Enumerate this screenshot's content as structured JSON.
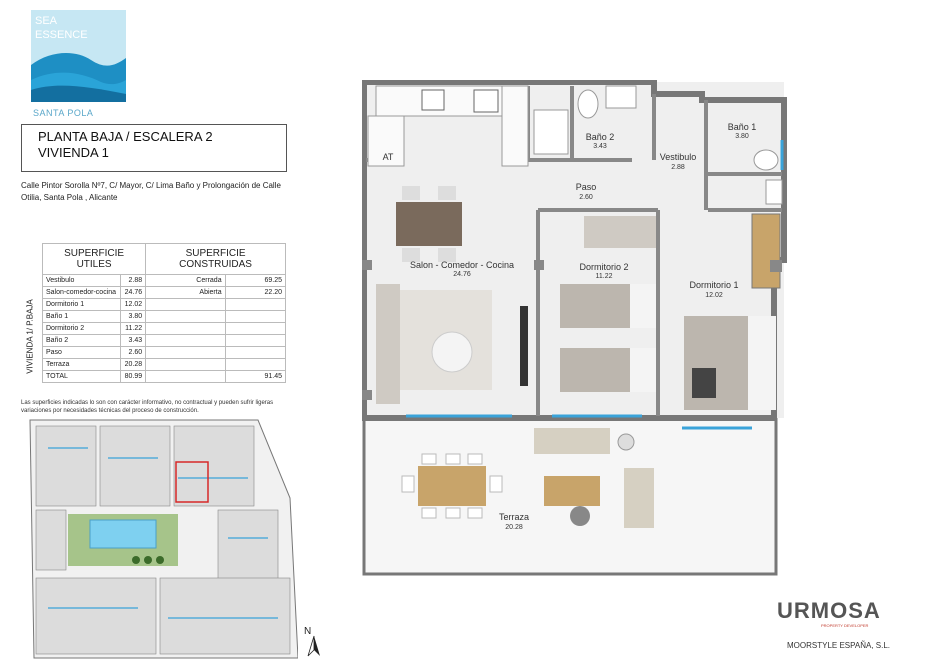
{
  "logo": {
    "line1": "SEA",
    "line2": "ESSENCE",
    "caption": "SANTA POLA"
  },
  "title": {
    "line1": "PLANTA BAJA / ESCALERA 2",
    "line2": "VIVIENDA 1"
  },
  "address": "Calle Pintor Sorolla Nº7, C/ Mayor, C/ Lima Baño y Prolongación de Calle Otilia, Santa Pola , Alicante",
  "table": {
    "useful_header": "SUPERFICIE UTILES",
    "built_header": "SUPERFICIE CONSTRUIDAS",
    "vertical_label": "VIVIENDA 1/ P.BAJA",
    "rows": [
      {
        "room": "Vestibulo",
        "area": "2.88",
        "built_label": "Cerrada",
        "built_value": "69.25"
      },
      {
        "room": "Salon-comedor-cocina",
        "area": "24.76",
        "built_label": "Abierta",
        "built_value": "22.20"
      },
      {
        "room": "Dormitorio 1",
        "area": "12.02",
        "built_label": "",
        "built_value": ""
      },
      {
        "room": "Baño 1",
        "area": "3.80",
        "built_label": "",
        "built_value": ""
      },
      {
        "room": "Dormitorio 2",
        "area": "11.22",
        "built_label": "",
        "built_value": ""
      },
      {
        "room": "Baño 2",
        "area": "3.43",
        "built_label": "",
        "built_value": ""
      },
      {
        "room": "Paso",
        "area": "2.60",
        "built_label": "",
        "built_value": ""
      },
      {
        "room": "Terraza",
        "area": "20.28",
        "built_label": "",
        "built_value": ""
      }
    ],
    "total_label": "TOTAL",
    "total_useful": "80.99",
    "total_built": "91.45"
  },
  "disclaimer": "Las superficies indicadas lo son con carácter informativo, no contractual y pueden sufrir ligeras variaciones por necesidades técnicas del proceso de construcción.",
  "north": "N",
  "floorplan": {
    "rooms": [
      {
        "name": "Baño 2",
        "area": "3.43"
      },
      {
        "name": "Vestibulo",
        "area": "2.88"
      },
      {
        "name": "Baño 1",
        "area": "3.80"
      },
      {
        "name": "Paso",
        "area": "2.60"
      },
      {
        "name": "Salon - Comedor - Cocina",
        "area": "24.76"
      },
      {
        "name": "Dormitorio 2",
        "area": "11.22"
      },
      {
        "name": "Dormitorio 1",
        "area": "12.02"
      },
      {
        "name": "Terraza",
        "area": "20.28"
      }
    ],
    "at_label": "AT"
  },
  "brand": {
    "name": "URMOSA",
    "tagline": "PROPERTY DEVELOPER",
    "company": "MOORSTYLE ESPAÑA, S.L."
  },
  "colors": {
    "logo_sky": "#bfe3f0",
    "logo_wave": "#1e8fc4",
    "wall": "#7a7a7a",
    "floor": "#eeeeee",
    "terrace": "#f5f5f5",
    "window": "#3aa3d9",
    "wood": "#c8a46a",
    "pool": "#7ed0f0",
    "garden": "#a6c48a",
    "unit_highlight": "#d62828"
  }
}
